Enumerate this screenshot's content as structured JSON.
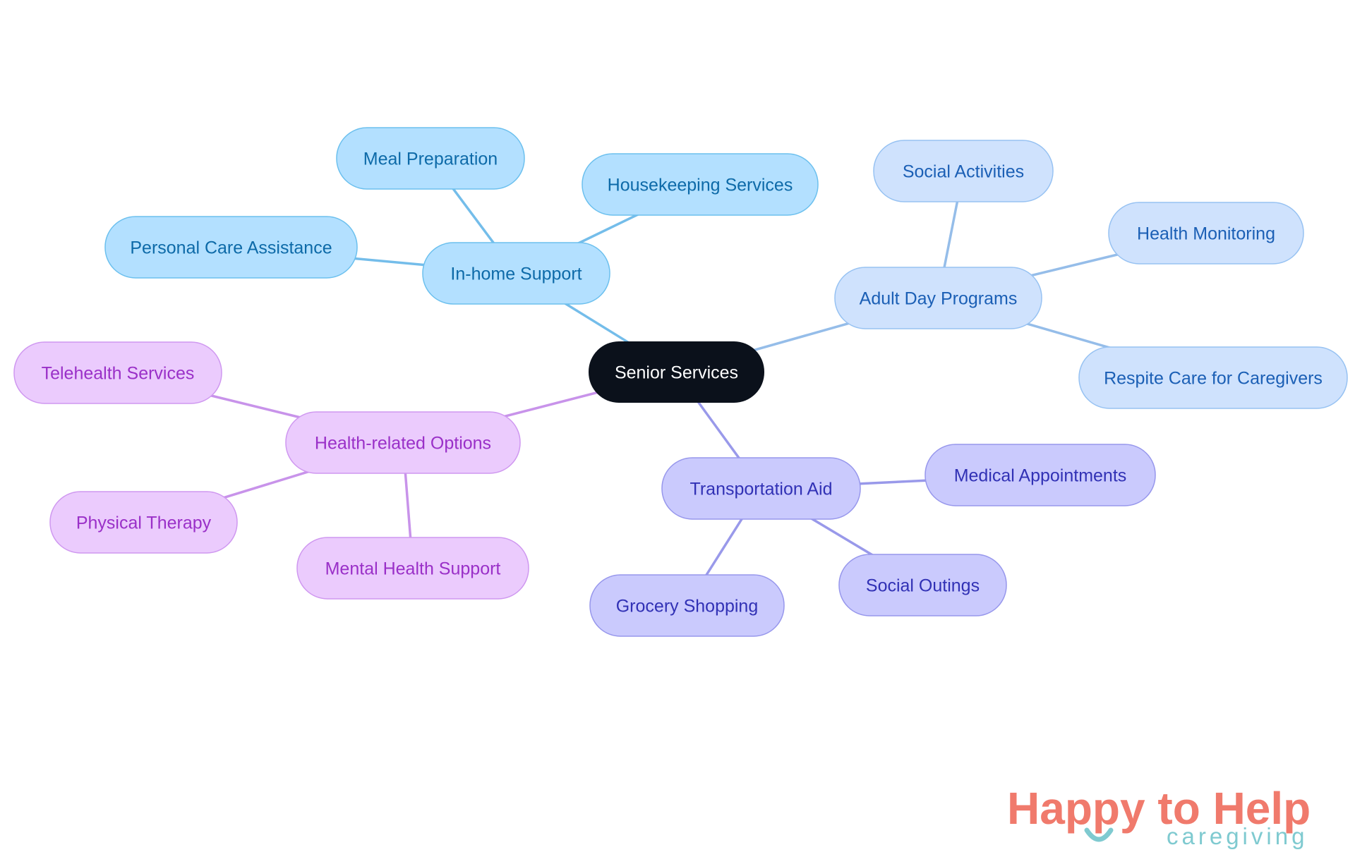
{
  "diagram": {
    "root": {
      "id": "root",
      "label": "Senior Services"
    },
    "branches": [
      {
        "id": "inhome",
        "label": "In-home Support",
        "color": {
          "fill": "#b3e0ff",
          "stroke": "#6cc0ee",
          "text": "#0d6aa8",
          "edge": "#74bdea"
        },
        "children": [
          {
            "id": "meal",
            "label": "Meal Preparation"
          },
          {
            "id": "housekeeping",
            "label": "Housekeeping Services"
          },
          {
            "id": "personal",
            "label": "Personal Care Assistance"
          }
        ]
      },
      {
        "id": "adult",
        "label": "Adult Day Programs",
        "color": {
          "fill": "#cfe2fd",
          "stroke": "#97c2f2",
          "text": "#1b5fb5",
          "edge": "#95bde9"
        },
        "children": [
          {
            "id": "social",
            "label": "Social Activities"
          },
          {
            "id": "healthmon",
            "label": "Health Monitoring"
          },
          {
            "id": "respite",
            "label": "Respite Care for Caregivers"
          }
        ]
      },
      {
        "id": "healthopt",
        "label": "Health-related Options",
        "color": {
          "fill": "#ebcbfd",
          "stroke": "#cf98f0",
          "text": "#9a30c8",
          "edge": "#c893ea"
        },
        "children": [
          {
            "id": "telehealth",
            "label": "Telehealth Services"
          },
          {
            "id": "physical",
            "label": "Physical Therapy"
          },
          {
            "id": "mental",
            "label": "Mental Health Support"
          }
        ]
      },
      {
        "id": "transport",
        "label": "Transportation Aid",
        "color": {
          "fill": "#cacafd",
          "stroke": "#9797ec",
          "text": "#3131b5",
          "edge": "#9999ea"
        },
        "children": [
          {
            "id": "medical",
            "label": "Medical Appointments"
          },
          {
            "id": "outings",
            "label": "Social Outings"
          },
          {
            "id": "grocery",
            "label": "Grocery Shopping"
          }
        ]
      }
    ],
    "root_color": {
      "fill": "#0b111b",
      "text": "#ffffff"
    }
  },
  "logo": {
    "name": "Happy to Help",
    "tagline": "caregiving",
    "color_main": "#f07a6c",
    "color_accent": "#7fcad0"
  }
}
